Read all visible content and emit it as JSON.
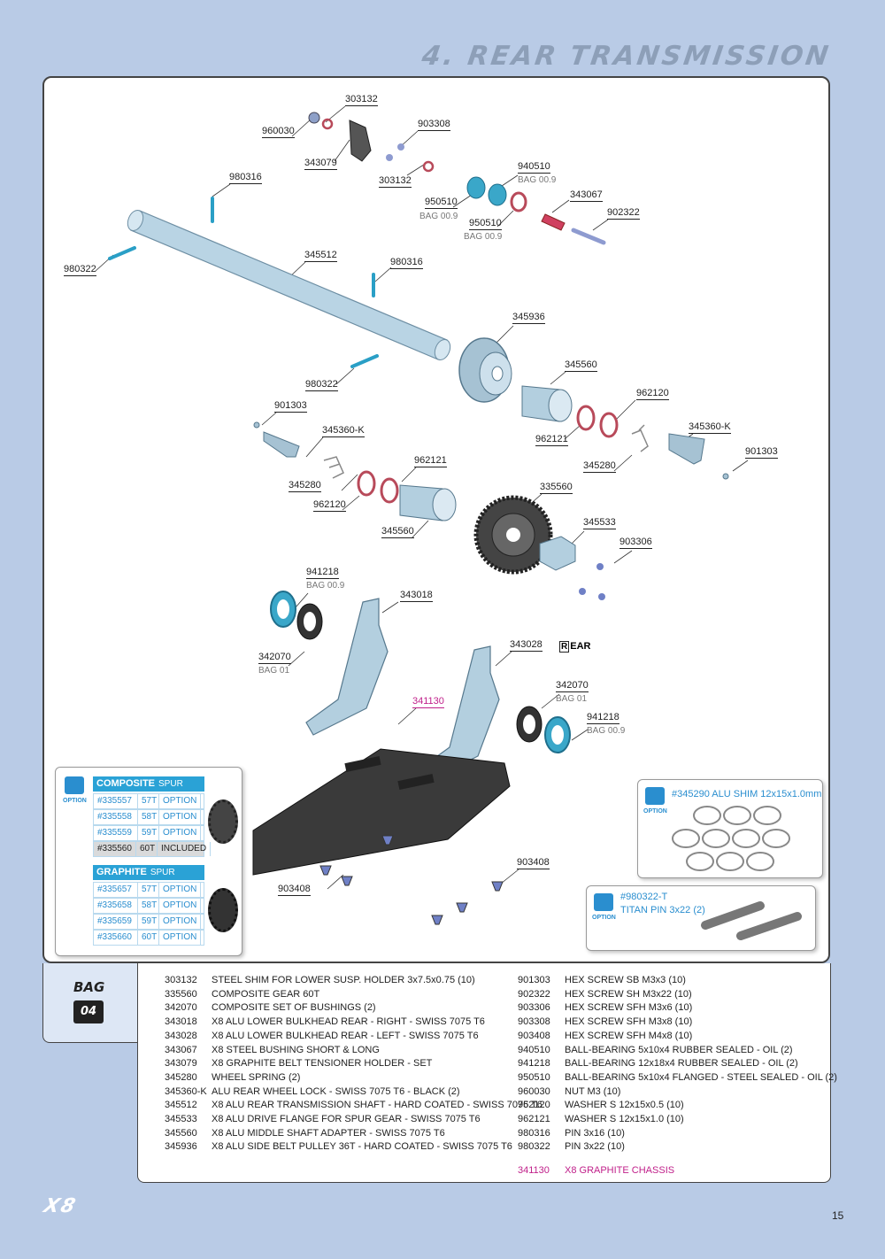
{
  "page_title": "4. REAR TRANSMISSION",
  "labels": [
    {
      "num": "303132",
      "sub": ""
    },
    {
      "num": "960030",
      "sub": ""
    },
    {
      "num": "903308",
      "sub": ""
    },
    {
      "num": "343079",
      "sub": ""
    },
    {
      "num": "303132",
      "sub": ""
    },
    {
      "num": "940510",
      "sub": "BAG 00.9"
    },
    {
      "num": "980316",
      "sub": ""
    },
    {
      "num": "950510",
      "sub": "BAG 00.9"
    },
    {
      "num": "343067",
      "sub": ""
    },
    {
      "num": "950510",
      "sub": "BAG 00.9"
    },
    {
      "num": "902322",
      "sub": ""
    },
    {
      "num": "345512",
      "sub": ""
    },
    {
      "num": "980316",
      "sub": ""
    },
    {
      "num": "980322",
      "sub": ""
    },
    {
      "num": "345936",
      "sub": ""
    },
    {
      "num": "345560",
      "sub": ""
    },
    {
      "num": "980322",
      "sub": ""
    },
    {
      "num": "962120",
      "sub": ""
    },
    {
      "num": "901303",
      "sub": ""
    },
    {
      "num": "345360-K",
      "sub": ""
    },
    {
      "num": "962121",
      "sub": ""
    },
    {
      "num": "345360-K",
      "sub": ""
    },
    {
      "num": "901303",
      "sub": ""
    },
    {
      "num": "345280",
      "sub": ""
    },
    {
      "num": "962121",
      "sub": ""
    },
    {
      "num": "345280",
      "sub": ""
    },
    {
      "num": "335560",
      "sub": ""
    },
    {
      "num": "962120",
      "sub": ""
    },
    {
      "num": "345560",
      "sub": ""
    },
    {
      "num": "345533",
      "sub": ""
    },
    {
      "num": "903306",
      "sub": ""
    },
    {
      "num": "941218",
      "sub": "BAG 00.9"
    },
    {
      "num": "343018",
      "sub": ""
    },
    {
      "num": "343028",
      "sub": ""
    },
    {
      "num": "342070",
      "sub": "BAG 01"
    },
    {
      "num": "342070",
      "sub": "BAG 01"
    },
    {
      "num": "341130",
      "sub": ""
    },
    {
      "num": "941218",
      "sub": "BAG 00.9"
    },
    {
      "num": "903408",
      "sub": ""
    },
    {
      "num": "903408",
      "sub": ""
    }
  ],
  "rear_label": {
    "letter": "R",
    "rest": "EAR"
  },
  "option_label": "OPTION",
  "composite": {
    "title": "COMPOSITE",
    "title_sub": "SPUR GEARS",
    "rows": [
      [
        "#335557",
        "57T",
        "OPTION"
      ],
      [
        "#335558",
        "58T",
        "OPTION"
      ],
      [
        "#335559",
        "59T",
        "OPTION"
      ],
      [
        "#335560",
        "60T",
        "INCLUDED"
      ]
    ]
  },
  "graphite": {
    "title": "GRAPHITE",
    "title_sub": "SPUR GEARS",
    "rows": [
      [
        "#335657",
        "57T",
        "OPTION"
      ],
      [
        "#335658",
        "58T",
        "OPTION"
      ],
      [
        "#335659",
        "59T",
        "OPTION"
      ],
      [
        "#335660",
        "60T",
        "OPTION"
      ]
    ]
  },
  "shim_option": "#345290 ALU SHIM 12x15x1.0mm",
  "pin_option": {
    "line1": "#980322-T",
    "line2": "TITAN PIN 3x22 (2)"
  },
  "bag": {
    "label": "BAG",
    "number": "04"
  },
  "parts_left": [
    [
      "303132",
      "STEEL SHIM FOR LOWER SUSP. HOLDER 3x7.5x0.75 (10)"
    ],
    [
      "335560",
      "COMPOSITE GEAR 60T"
    ],
    [
      "342070",
      "COMPOSITE SET OF BUSHINGS (2)"
    ],
    [
      "343018",
      "X8 ALU LOWER BULKHEAD REAR - RIGHT - SWISS 7075 T6"
    ],
    [
      "343028",
      "X8 ALU LOWER BULKHEAD REAR - LEFT - SWISS 7075 T6"
    ],
    [
      "343067",
      "X8 STEEL BUSHING SHORT & LONG"
    ],
    [
      "343079",
      "X8 GRAPHITE BELT TENSIONER HOLDER - SET"
    ],
    [
      "345280",
      "WHEEL SPRING (2)"
    ],
    [
      "345360-K",
      "ALU REAR WHEEL LOCK - SWISS 7075 T6 - BLACK (2)"
    ],
    [
      "345512",
      "X8 ALU REAR TRANSMISSION SHAFT - HARD COATED - SWISS 7075 T6"
    ],
    [
      "345533",
      "X8 ALU DRIVE FLANGE FOR SPUR GEAR - SWISS 7075 T6"
    ],
    [
      "345560",
      "X8 ALU MIDDLE SHAFT ADAPTER - SWISS 7075 T6"
    ],
    [
      "345936",
      "X8 ALU SIDE BELT PULLEY 36T - HARD COATED - SWISS 7075 T6"
    ]
  ],
  "parts_right": [
    [
      "901303",
      "HEX SCREW SB M3x3  (10)"
    ],
    [
      "902322",
      "HEX SCREW SH M3x22  (10)"
    ],
    [
      "903306",
      "HEX SCREW SFH M3x6  (10)"
    ],
    [
      "903308",
      "HEX SCREW SFH M3x8  (10)"
    ],
    [
      "903408",
      "HEX SCREW SFH M4x8  (10)"
    ],
    [
      "940510",
      "BALL-BEARING 5x10x4 RUBBER SEALED - OIL (2)"
    ],
    [
      "941218",
      "BALL-BEARING 12x18x4 RUBBER SEALED - OIL (2)"
    ],
    [
      "950510",
      "BALL-BEARING 5x10x4 FLANGED - STEEL SEALED - OIL (2)"
    ],
    [
      "960030",
      "NUT M3  (10)"
    ],
    [
      "962120",
      "WASHER S 12x15x0.5  (10)"
    ],
    [
      "962121",
      "WASHER S 12x15x1.0  (10)"
    ],
    [
      "980316",
      "PIN 3x16  (10)"
    ],
    [
      "980322",
      "PIN 3x22  (10)"
    ]
  ],
  "parts_highlight": [
    "341130",
    "X8 GRAPHITE CHASSIS"
  ],
  "logo": "X8",
  "page_number": "15",
  "colors": {
    "background": "#b9cbe6",
    "accent": "#2aa2d6",
    "highlight": "#c0208a",
    "part_blue": "#a8c4d6",
    "bearing_teal": "#3aa7c9",
    "oring": "#b84a5a"
  }
}
